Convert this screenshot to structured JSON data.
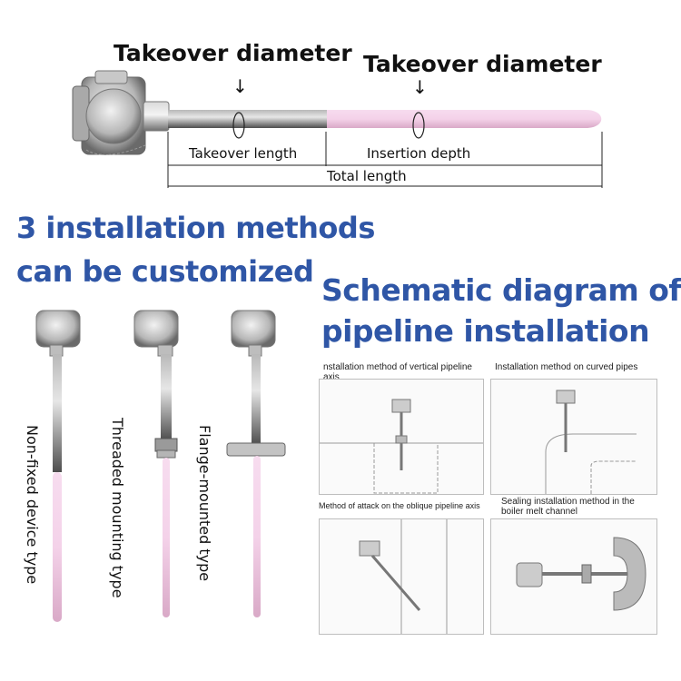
{
  "probe": {
    "callout_left": "Takeover diameter",
    "callout_right": "Takeover diameter",
    "takeover_length": "Takeover length",
    "insertion_depth": "Insertion depth",
    "total_length": "Total length",
    "arrow_glyph": "↓"
  },
  "installation": {
    "title_line1": "3 installation methods",
    "title_line2": "can be customized",
    "types": [
      "Non-fixed device type",
      "Threaded mounting type",
      "Flange-mounted type"
    ]
  },
  "schematic": {
    "title_line1": "Schematic diagram of",
    "title_line2": "pipeline installation",
    "panels": [
      {
        "caption_1": "nstallation method of vertical pipeline axis",
        "caption_2": ""
      },
      {
        "caption_1": "Installation method on curved pipes",
        "caption_2": ""
      },
      {
        "caption_1": "Method of attack on the oblique pipeline axis",
        "caption_2": ""
      },
      {
        "caption_1": "Sealing installation method in the",
        "caption_2": "boiler melt channel"
      }
    ]
  },
  "colors": {
    "accent_blue": "#2f56a6",
    "ceramic_pink": "#f3cfe6",
    "steel": "#8a8a8a"
  }
}
